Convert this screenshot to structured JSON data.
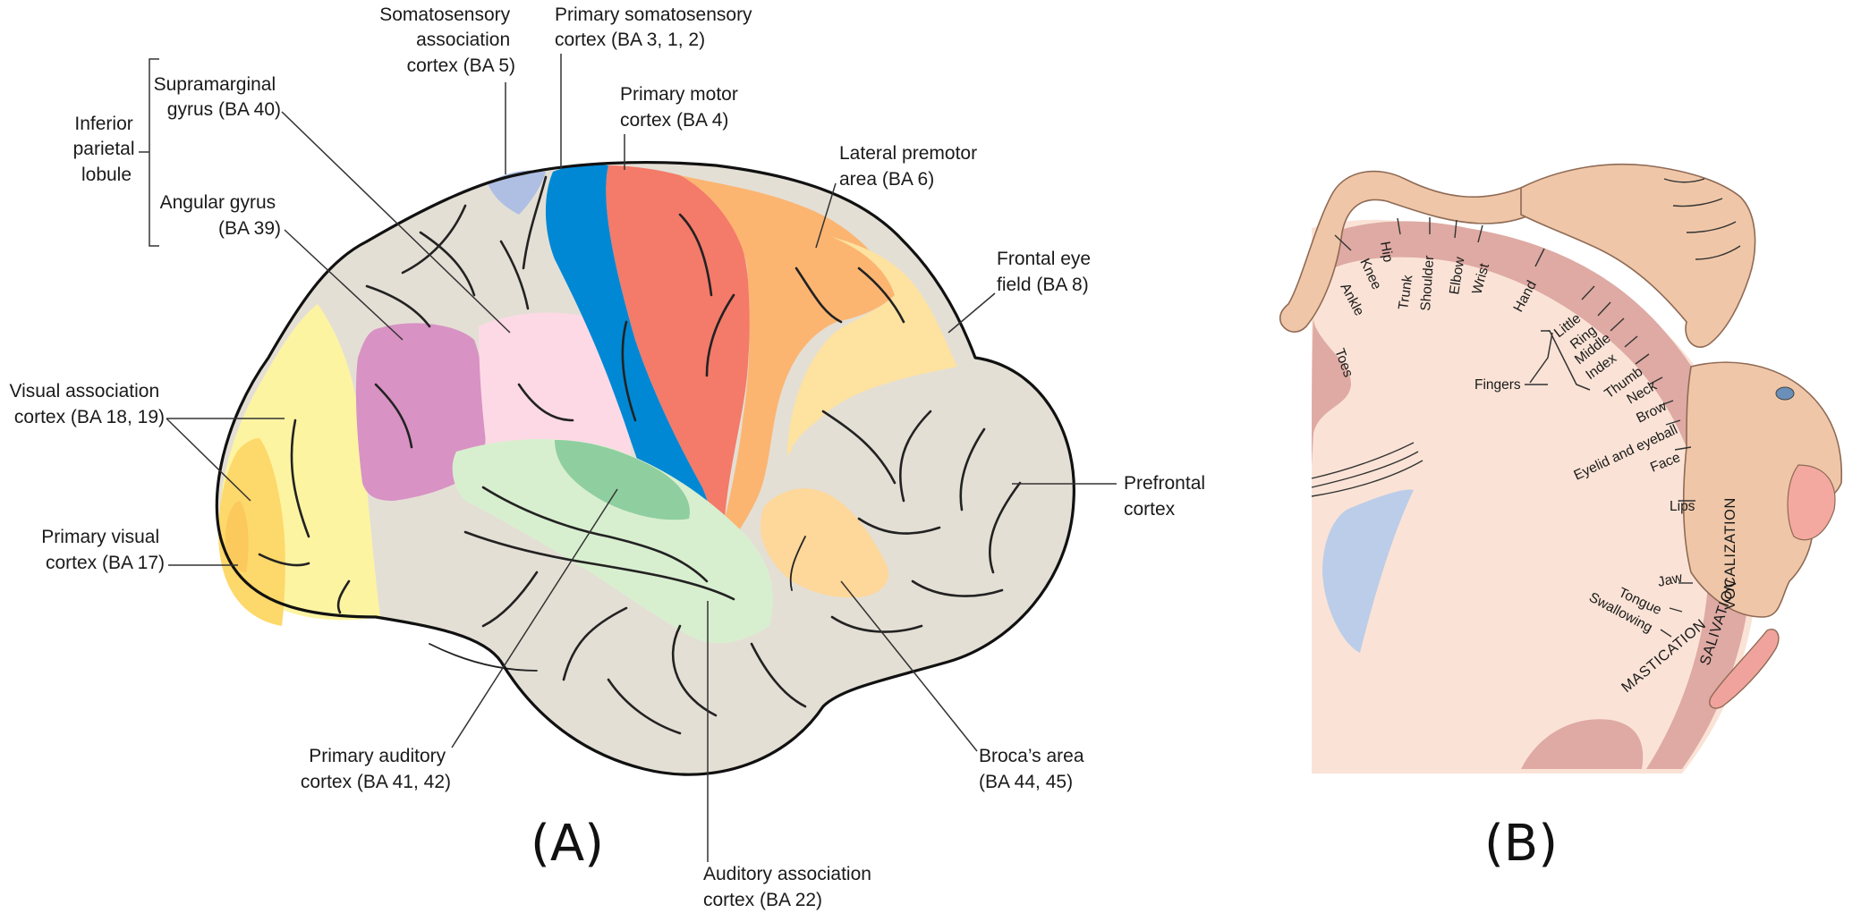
{
  "panels": {
    "a": "(A)",
    "b": "(B)"
  },
  "brain_labels": {
    "somatosensory_assoc": [
      "Somatosensory",
      "association",
      "cortex (BA 5)"
    ],
    "primary_somatosensory": [
      "Primary somatosensory",
      "cortex (BA 3, 1, 2)"
    ],
    "primary_motor": [
      "Primary motor",
      "cortex (BA 4)"
    ],
    "supramarginal": [
      "Supramarginal",
      "gyrus (BA 40)"
    ],
    "inferior_parietal": [
      "Inferior",
      "parietal",
      "lobule"
    ],
    "angular": [
      "Angular gyrus",
      "(BA 39)"
    ],
    "lateral_premotor": [
      "Lateral premotor",
      "area (BA 6)"
    ],
    "frontal_eye": [
      "Frontal eye",
      "field (BA 8)"
    ],
    "visual_assoc": [
      "Visual association",
      "cortex (BA 18, 19)"
    ],
    "prefrontal": [
      "Prefrontal",
      "cortex"
    ],
    "primary_visual": [
      "Primary visual",
      "cortex (BA 17)"
    ],
    "primary_auditory": [
      "Primary auditory",
      "cortex (BA 41, 42)"
    ],
    "broca": [
      "Broca’s area",
      "(BA 44, 45)"
    ],
    "auditory_assoc": [
      "Auditory association",
      "cortex (BA 22)"
    ]
  },
  "homunculus_labels": {
    "body_parts": [
      "Toes",
      "Ankle",
      "Knee",
      "Hip",
      "Trunk",
      "Shoulder",
      "Elbow",
      "Wrist",
      "Hand"
    ],
    "fingers": [
      "Little",
      "Ring",
      "Middle",
      "Index",
      "Thumb"
    ],
    "fingers_group": "Fingers",
    "head_parts": [
      "Neck",
      "Brow",
      "Eyelid and eyeball",
      "Face",
      "Lips",
      "Jaw",
      "Tongue",
      "Swallowing"
    ],
    "functions": [
      "VOCALIZATION",
      "SALIVATION",
      "MASTICATION"
    ]
  },
  "colors": {
    "gyrus_gray": "#e4dfd5",
    "somatosensory_assoc": "#aebfe3",
    "primary_somatosensory": "#0088d4",
    "primary_motor": "#f47a6a",
    "premotor": "#fbb571",
    "frontal_eye": "#fde2a0",
    "broca": "#fed79a",
    "angular": "#d892c4",
    "supramarginal": "#fdd9e6",
    "auditory_primary": "#8fce9f",
    "auditory_assoc": "#d8efcf",
    "visual_assoc": "#fdf4a2",
    "primary_visual": "#fdd86a",
    "homunculus_tissue": "#fae3d6",
    "homunculus_cortex": "#deaaa3",
    "ventricle": "#bccde9",
    "skin": "#efc7a8"
  }
}
